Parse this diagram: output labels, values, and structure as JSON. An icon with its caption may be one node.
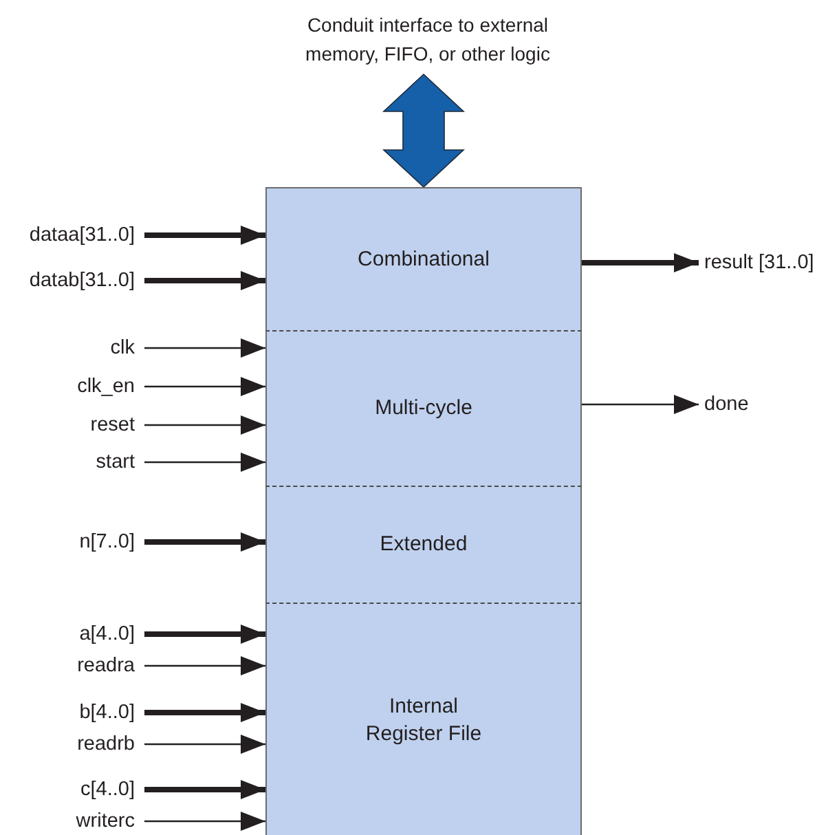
{
  "diagram": {
    "nodes": [
      {
        "text": [
          "Conduit interface to external memory, FIFO, or other logic"
        ]
      },
      {
        "text": [],
        "shape": "box"
      },
      {
        "text": [
          "Combinational"
        ],
        "in": 1
      },
      {
        "text": [
          "Multi-cycle"
        ],
        "in": 1
      },
      {
        "text": [
          "Extended"
        ],
        "in": 1
      },
      {
        "text": [
          "Internal Register File"
        ],
        "in": 1
      },
      {
        "text": [
          "dataa[31..0]"
        ]
      },
      {
        "text": [
          "datab[31..0]"
        ]
      },
      {
        "text": [
          "result [31..0]"
        ]
      },
      {
        "text": [
          "clk"
        ]
      },
      {
        "text": [
          "clk_en"
        ]
      },
      {
        "text": [
          "reset"
        ]
      },
      {
        "text": [
          "start"
        ]
      },
      {
        "text": [
          "done"
        ]
      },
      {
        "text": [
          "n[7..0]"
        ]
      },
      {
        "text": [
          "a[4..0]"
        ]
      },
      {
        "text": [
          "readra"
        ]
      },
      {
        "text": [
          "b[4..0]"
        ]
      },
      {
        "text": [
          "readrb"
        ]
      },
      {
        "text": [
          "c[4..0]"
        ]
      },
      {
        "text": [
          "writerc"
        ]
      }
    ],
    "edges": [
      {
        "from": 0,
        "to": 1,
        "arrow": "both",
        "style": "thick",
        "color": "#1560a8"
      },
      {
        "from": 6,
        "to": 2,
        "arrow": "to",
        "style": "thick"
      },
      {
        "from": 7,
        "to": 2,
        "arrow": "to",
        "style": "thick"
      },
      {
        "from": 2,
        "to": 8,
        "arrow": "to",
        "style": "thick"
      },
      {
        "from": 9,
        "to": 3,
        "arrow": "to"
      },
      {
        "from": 10,
        "to": 3,
        "arrow": "to"
      },
      {
        "from": 11,
        "to": 3,
        "arrow": "to"
      },
      {
        "from": 12,
        "to": 3,
        "arrow": "to"
      },
      {
        "from": 3,
        "to": 13,
        "arrow": "to"
      },
      {
        "from": 14,
        "to": 4,
        "arrow": "to",
        "style": "thick"
      },
      {
        "from": 15,
        "to": 5,
        "arrow": "to",
        "style": "thick"
      },
      {
        "from": 16,
        "to": 5,
        "arrow": "to"
      },
      {
        "from": 17,
        "to": 5,
        "arrow": "to",
        "style": "thick"
      },
      {
        "from": 18,
        "to": 5,
        "arrow": "to"
      },
      {
        "from": 19,
        "to": 5,
        "arrow": "to",
        "style": "thick"
      },
      {
        "from": 20,
        "to": 5,
        "arrow": "to"
      }
    ]
  }
}
